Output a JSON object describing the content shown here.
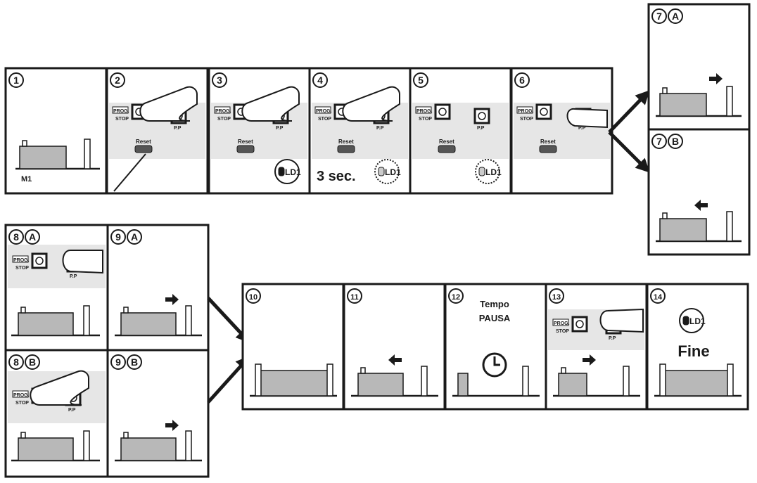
{
  "panels": [
    {
      "num": "1",
      "title": ""
    },
    {
      "num": "2",
      "title": ""
    },
    {
      "num": "3",
      "title": ""
    },
    {
      "num": "4",
      "title": ""
    },
    {
      "num": "5",
      "title": ""
    },
    {
      "num": "6",
      "title": ""
    },
    {
      "num": "7",
      "letter": "A"
    },
    {
      "num": "7",
      "letter": "B"
    },
    {
      "num": "8",
      "letter": "A"
    },
    {
      "num": "9",
      "letter": "A"
    },
    {
      "num": "8",
      "letter": "B"
    },
    {
      "num": "9",
      "letter": "B"
    },
    {
      "num": "10"
    },
    {
      "num": "11"
    },
    {
      "num": "12"
    },
    {
      "num": "13"
    },
    {
      "num": "14"
    }
  ],
  "labels": {
    "m1": "M1",
    "prog": "PROG.",
    "stop": "STOP",
    "pp": "P.P",
    "reset": "Reset",
    "ld1": "LD1",
    "three_sec": "3 sec.",
    "tempo": "Tempo",
    "pausa": "PAUSA",
    "fine": "Fine"
  },
  "colors": {
    "gate": "#b8b8b8",
    "panel_gray": "#e6e6e6",
    "stroke": "#1a1a1a"
  }
}
